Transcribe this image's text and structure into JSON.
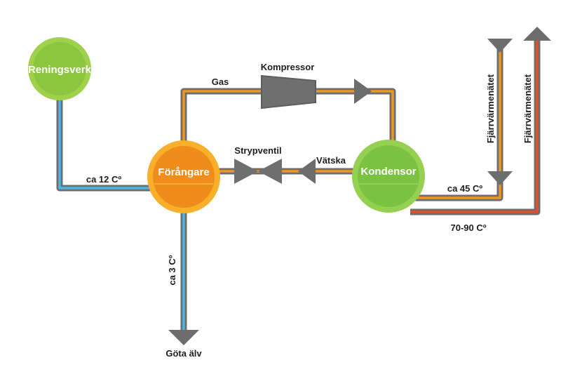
{
  "nodes": {
    "reningsverk": {
      "label": "Reningsverk",
      "color": "#8cc63f",
      "ring": "#9fd14b"
    },
    "forangare": {
      "label": "Förångare",
      "color": "#f08c1c",
      "ring": "#f8b02a"
    },
    "kondensor": {
      "label": "Kondensor",
      "color": "#7cc242",
      "ring": "#96d050"
    }
  },
  "components": {
    "kompressor": {
      "label": "Kompressor"
    },
    "strypventil": {
      "label": "Strypventil"
    }
  },
  "flow_labels": {
    "gas": "Gas",
    "vatska": "Vätska",
    "inlet_temp": "ca 12 Cº",
    "outlet_temp": "ca 3 Cº",
    "outlet_destination": "Göta älv",
    "return_temp": "ca 45 Cº",
    "supply_temp": "70-90 Cº",
    "network_return": "Fjärrvärmenätet",
    "network_supply": "Fjärrvärmenätet"
  },
  "colors": {
    "pipe_outline": "#6d6d6d",
    "water_cold": "#4fb3e0",
    "refrigerant": "#f0961e",
    "district_return": "#f0961e",
    "district_supply": "#e0502a",
    "component_fill": "#707070"
  }
}
